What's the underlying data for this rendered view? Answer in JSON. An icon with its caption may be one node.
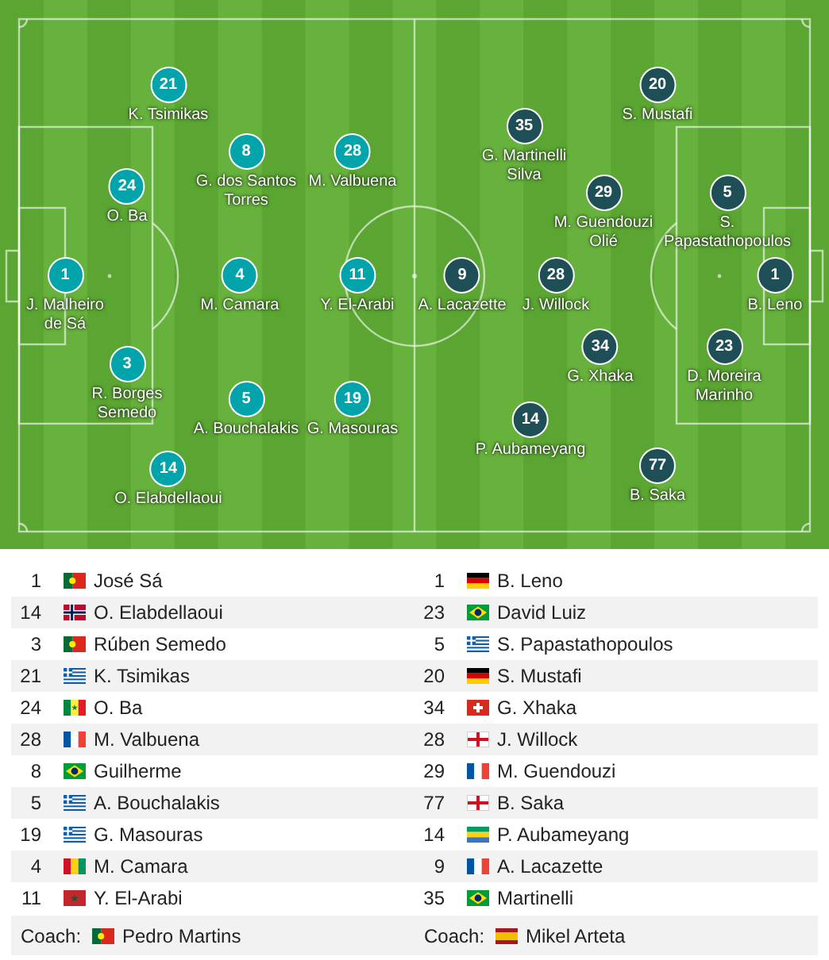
{
  "diagram": {
    "nodes": [
      {
        "text": [
          "1"
        ],
        "beside": [
          "J. Malheiro de Sá"
        ]
      },
      {
        "text": [
          "24"
        ],
        "beside": [
          "O. Ba"
        ]
      },
      {
        "text": [
          "3"
        ],
        "beside": [
          "R. Borges Semedo"
        ]
      },
      {
        "text": [
          "21"
        ],
        "beside": [
          "K. Tsimikas"
        ]
      },
      {
        "text": [
          "14"
        ],
        "beside": [
          "O. Elabdellaoui"
        ]
      },
      {
        "text": [
          "8"
        ],
        "beside": [
          "G. dos Santos Torres"
        ]
      },
      {
        "text": [
          "4"
        ],
        "beside": [
          "M. Camara"
        ]
      },
      {
        "text": [
          "5"
        ],
        "beside": [
          "A. Bouchalakis"
        ]
      },
      {
        "text": [
          "28"
        ],
        "beside": [
          "M. Valbuena"
        ]
      },
      {
        "text": [
          "19"
        ],
        "beside": [
          "G. Masouras"
        ]
      },
      {
        "text": [
          "11"
        ],
        "beside": [
          "Y. El-Arabi"
        ]
      },
      {
        "text": [
          "9"
        ],
        "beside": [
          "A. Lacazette"
        ]
      },
      {
        "text": [
          "35"
        ],
        "beside": [
          "G. Martinelli Silva"
        ]
      },
      {
        "text": [
          "28"
        ],
        "beside": [
          "J. Willock"
        ]
      },
      {
        "text": [
          "14"
        ],
        "beside": [
          "P. Aubameyang"
        ]
      },
      {
        "text": [
          "29"
        ],
        "beside": [
          "M. Guendouzi Olié"
        ]
      },
      {
        "text": [
          "34"
        ],
        "beside": [
          "G. Xhaka"
        ]
      },
      {
        "text": [
          "20"
        ],
        "beside": [
          "S. Mustafi"
        ]
      },
      {
        "text": [
          "5"
        ],
        "beside": [
          "S. Papastathopoulos"
        ]
      },
      {
        "text": [
          "23"
        ],
        "beside": [
          "D. Moreira Marinho"
        ]
      },
      {
        "text": [
          "77"
        ],
        "beside": [
          "B. Saka"
        ]
      },
      {
        "text": [
          "1"
        ],
        "beside": [
          "B. Leno"
        ]
      }
    ],
    "labels": [
      "1",
      "José Sá",
      "14",
      "O. Elabdellaoui",
      "3",
      "Rúben Semedo",
      "21",
      "K. Tsimikas",
      "24",
      "O. Ba",
      "28",
      "M. Valbuena",
      "8",
      "Guilherme",
      "5",
      "A. Bouchalakis",
      "19",
      "G. Masouras",
      "4",
      "M. Camara",
      "11",
      "Y. El-Arabi",
      "Coach:",
      "Pedro Martins",
      "1",
      "B. Leno",
      "23",
      "David Luiz",
      "5",
      "S. Papastathopoulos",
      "20",
      "S. Mustafi",
      "34",
      "G. Xhaka",
      "28",
      "J. Willock",
      "29",
      "M. Guendouzi",
      "77",
      "B. Saka",
      "14",
      "P. Aubameyang",
      "9",
      "A. Lacazette",
      "35",
      "Martinelli",
      "Coach:",
      "Mikel Arteta"
    ]
  }
}
